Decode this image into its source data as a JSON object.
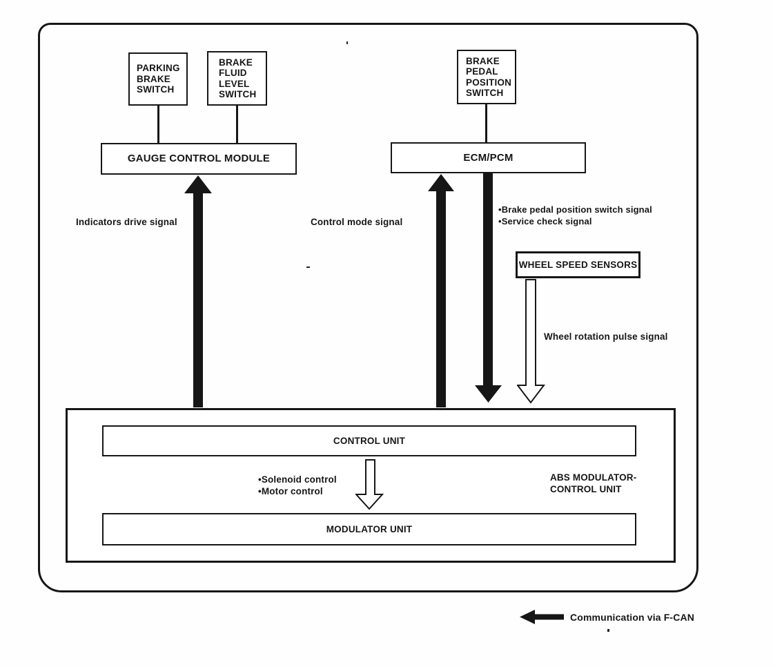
{
  "page": {
    "paper_color": "#fefefe",
    "ink_color": "#161616"
  },
  "diagram": {
    "boxes": {
      "parking_brake_switch": "PARKING\nBRAKE\nSWITCH",
      "brake_fluid_level_switch": "BRAKE\nFLUID\nLEVEL\nSWITCH",
      "brake_pedal_position_switch": "BRAKE\nPEDAL\nPOSITION\nSWITCH",
      "gauge_control_module": "GAUGE CONTROL MODULE",
      "ecm_pcm": "ECM/PCM",
      "wheel_speed_sensors": "WHEEL SPEED SENSORS",
      "control_unit": "CONTROL UNIT",
      "modulator_unit": "MODULATOR UNIT",
      "abs_modulator_control_unit_label": "ABS MODULATOR-\nCONTROL UNIT"
    },
    "signal_labels": {
      "indicators_drive": "Indicators drive signal",
      "control_mode": "Control mode signal",
      "ecm_pcm_outputs": "•Brake pedal position switch signal\n•Service check signal",
      "wheel_rotation_pulse": "Wheel rotation pulse signal",
      "control_unit_outputs": "•Solenoid control\n•Motor control"
    },
    "legend": {
      "f_can": "Communication via F-CAN"
    }
  }
}
